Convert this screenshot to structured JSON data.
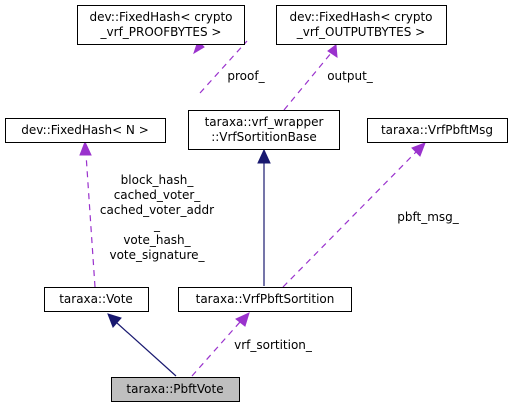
{
  "colors": {
    "inheritance": "#191970",
    "usage": "#9a32cd",
    "focus_fill": "#bfbfbf",
    "node_fill": "#ffffff",
    "border": "#000000"
  },
  "nodes": {
    "fh_proof": {
      "lines": [
        "dev::FixedHash< crypto",
        "_vrf_PROOFBYTES >"
      ]
    },
    "fh_output": {
      "lines": [
        "dev::FixedHash< crypto",
        "_vrf_OUTPUTBYTES >"
      ]
    },
    "vrf_base": {
      "lines": [
        "taraxa::vrf_wrapper",
        "::VrfSortitionBase"
      ]
    },
    "vrf_msg": {
      "lines": [
        "taraxa::VrfPbftMsg"
      ]
    },
    "fh_n": {
      "lines": [
        "dev::FixedHash< N >"
      ]
    },
    "vote": {
      "lines": [
        "taraxa::Vote"
      ]
    },
    "vrf_sortition": {
      "lines": [
        "taraxa::VrfPbftSortition"
      ]
    },
    "pbft_vote": {
      "lines": [
        "taraxa::PbftVote"
      ]
    }
  },
  "edges": [
    {
      "from": "fh_proof",
      "to": "vrf_base",
      "kind": "usage",
      "label": [
        "proof_"
      ]
    },
    {
      "from": "fh_output",
      "to": "vrf_base",
      "kind": "usage",
      "label": [
        "output_"
      ]
    },
    {
      "from": "vrf_base",
      "to": "vrf_sortition",
      "kind": "inheritance",
      "label": []
    },
    {
      "from": "vrf_msg",
      "to": "vrf_sortition",
      "kind": "usage",
      "label": [
        "pbft_msg_"
      ]
    },
    {
      "from": "fh_n",
      "to": "vote",
      "kind": "usage",
      "label": [
        "block_hash_",
        "cached_voter_",
        "cached_voter_addr",
        "_",
        "vote_hash_",
        "vote_signature_"
      ]
    },
    {
      "from": "vote",
      "to": "pbft_vote",
      "kind": "inheritance",
      "label": []
    },
    {
      "from": "vrf_sortition",
      "to": "pbft_vote",
      "kind": "usage",
      "label": [
        "vrf_sortition_"
      ]
    }
  ]
}
